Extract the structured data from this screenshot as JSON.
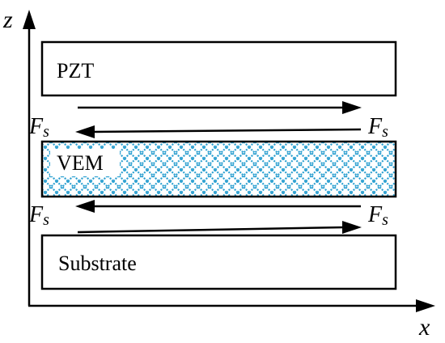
{
  "axes": {
    "vertical_label": "z",
    "horizontal_label": "x"
  },
  "layers": {
    "top": {
      "label": "PZT"
    },
    "middle": {
      "label": "VEM",
      "pattern_color": "#2a9fd0"
    },
    "bottom": {
      "label": "Substrate"
    }
  },
  "forces": {
    "upper_left": {
      "base": "F",
      "sub": "s"
    },
    "upper_right": {
      "base": "F",
      "sub": "s"
    },
    "lower_left": {
      "base": "F",
      "sub": "s"
    },
    "lower_right": {
      "base": "F",
      "sub": "s"
    }
  }
}
